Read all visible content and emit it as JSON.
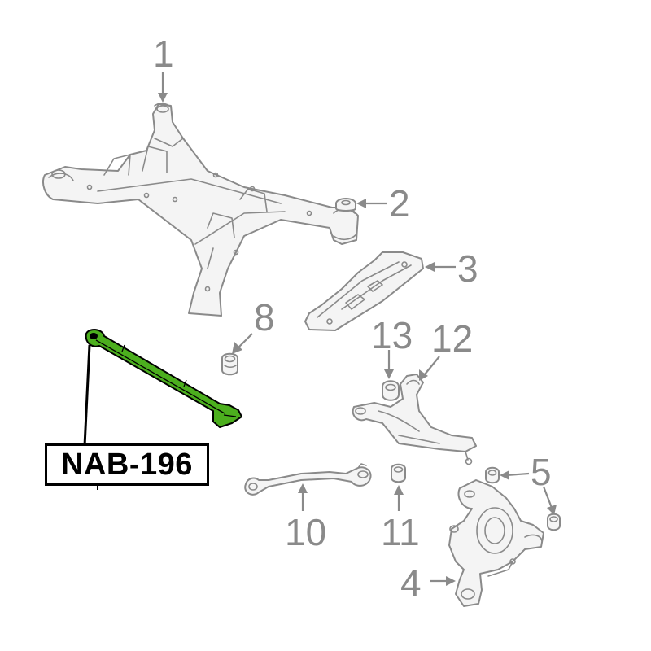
{
  "callouts": {
    "c1": "1",
    "c2": "2",
    "c3": "3",
    "c4": "4",
    "c5": "5",
    "c8": "8",
    "c10": "10",
    "c11": "11",
    "c12": "12",
    "c13": "13"
  },
  "part_label": "NAB-196",
  "colors": {
    "highlight": "#4caf1e",
    "linework": "#8a8a8a",
    "label_border": "#000000"
  }
}
